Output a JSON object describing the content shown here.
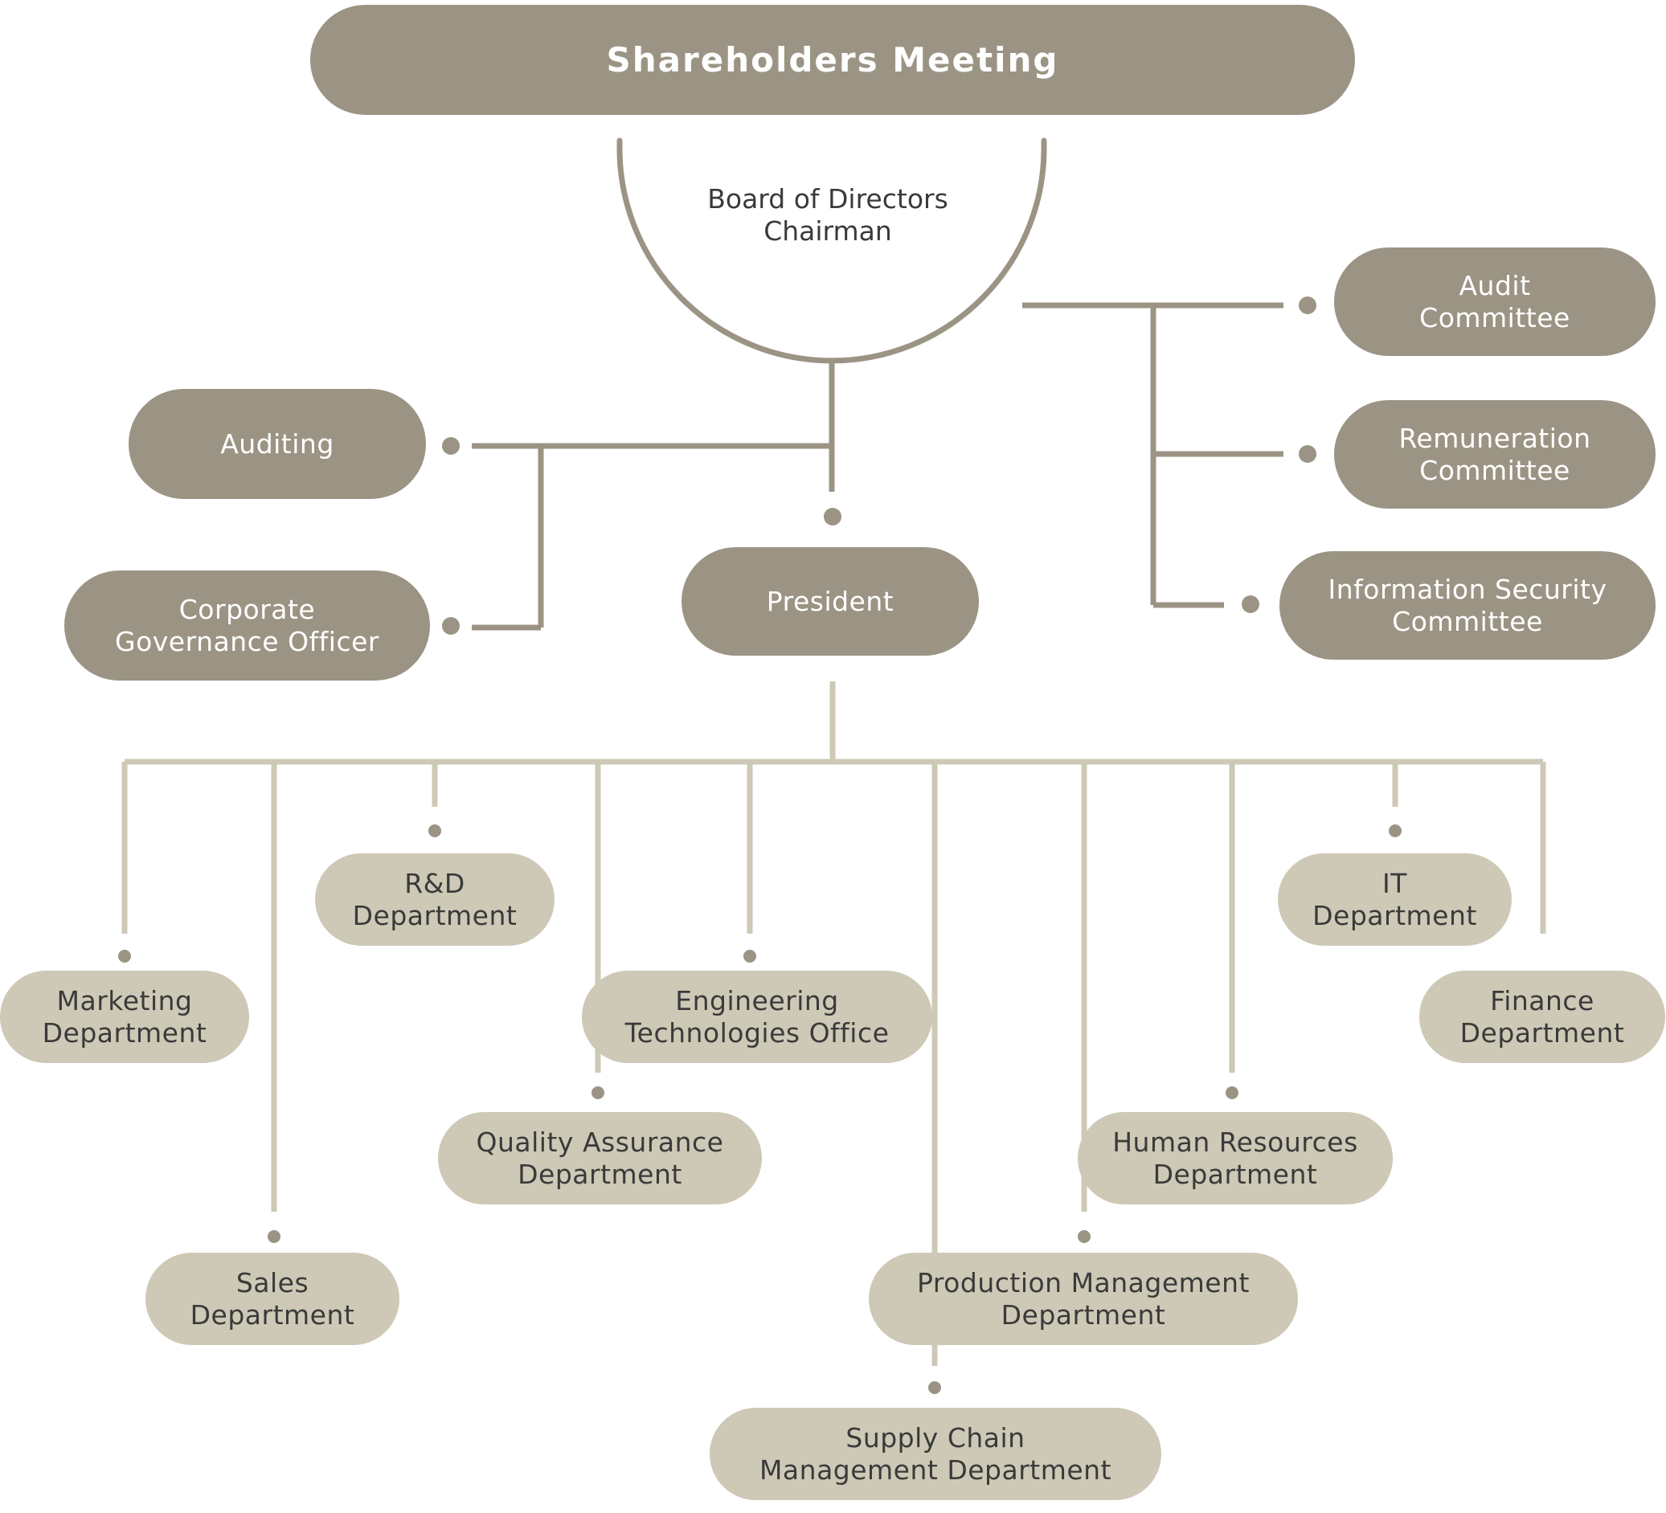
{
  "colors": {
    "dark_node": "#9b9484",
    "light_node": "#cdc9b6",
    "dark_line": "#9b9484",
    "light_line": "#cdc9b6",
    "dark_text": "#ffffff",
    "light_text": "#3a3a3a"
  },
  "top": {
    "label": "Shareholders Meeting"
  },
  "board": {
    "line1": "Board of Directors",
    "line2": "Chairman"
  },
  "left_units": {
    "auditing": {
      "line1": "Auditing"
    },
    "governance": {
      "line1": "Corporate",
      "line2": "Governance Officer"
    }
  },
  "committees": {
    "audit": {
      "line1": "Audit",
      "line2": "Committee"
    },
    "remuneration": {
      "line1": "Remuneration",
      "line2": "Committee"
    },
    "infosec": {
      "line1": "Information Security",
      "line2": "Committee"
    }
  },
  "president": {
    "label": "President"
  },
  "departments": {
    "marketing": {
      "line1": "Marketing",
      "line2": "Department"
    },
    "sales": {
      "line1": "Sales",
      "line2": "Department"
    },
    "rnd": {
      "line1": "R&D",
      "line2": "Department"
    },
    "qa": {
      "line1": "Quality Assurance",
      "line2": "Department"
    },
    "engineering": {
      "line1": "Engineering",
      "line2": "Technologies Office"
    },
    "supply": {
      "line1": "Supply Chain",
      "line2": "Management Department"
    },
    "production": {
      "line1": "Production Management",
      "line2": "Department"
    },
    "hr": {
      "line1": "Human Resources",
      "line2": "Department"
    },
    "it": {
      "line1": "IT",
      "line2": "Department"
    },
    "finance": {
      "line1": "Finance",
      "line2": "Department"
    }
  }
}
